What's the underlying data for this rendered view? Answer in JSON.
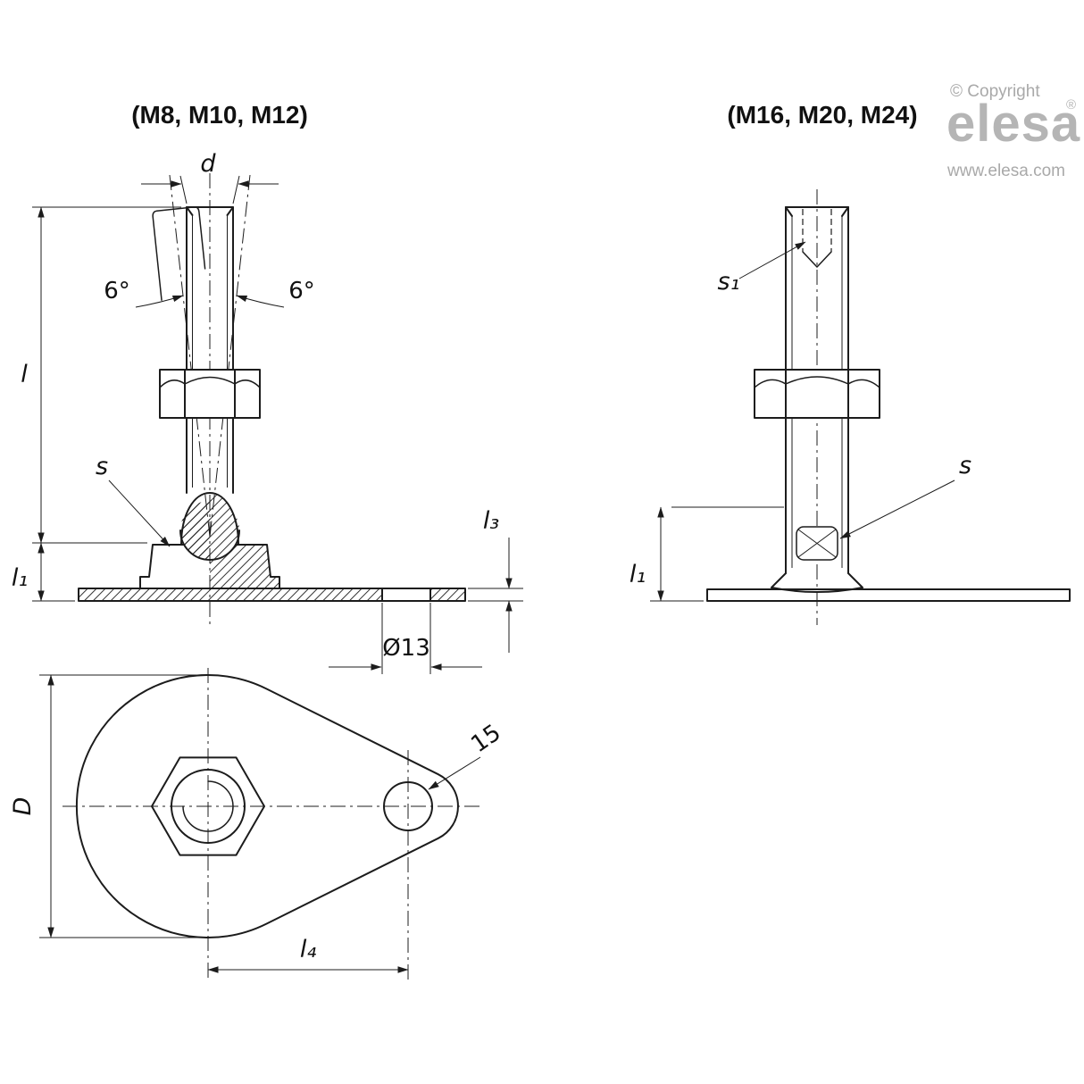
{
  "branding": {
    "copyright": "© Copyright",
    "logo_text": "elesa",
    "registered_mark": "®",
    "website": "www.elesa.com",
    "logo_color": "#b5b5b5"
  },
  "views": {
    "front_small_threads": {
      "title": "(M8, M10, M12)",
      "labels": {
        "thread_diameter": "d",
        "tilt_angle_left": "6°",
        "tilt_angle_right": "6°",
        "stud_length": "l",
        "wrench_flats": "s",
        "base_height": "l₁",
        "plate_thickness": "l₃",
        "plate_hole_diameter": "Ø13"
      }
    },
    "front_large_threads": {
      "title": "(M16, M20, M24)",
      "labels": {
        "hex_socket": "s₁",
        "wrench_flats": "s",
        "base_height": "l₁"
      }
    },
    "top_view": {
      "labels": {
        "base_diameter": "D",
        "hole_center_distance": "l₄",
        "mounting_hole_diameter": "15"
      }
    }
  }
}
